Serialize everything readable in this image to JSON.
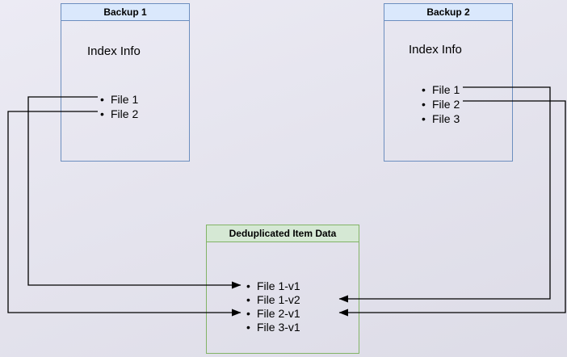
{
  "backup1": {
    "title": "Backup 1",
    "index_label": "Index Info",
    "files": [
      "File 1",
      "File 2"
    ]
  },
  "backup2": {
    "title": "Backup 2",
    "index_label": "Index Info",
    "files": [
      "File 1",
      "File 2",
      "File 3"
    ]
  },
  "dedup": {
    "title": "Deduplicated Item Data",
    "items": [
      "File 1-v1",
      "File 1-v2",
      "File 2-v1",
      "File 3-v1"
    ]
  },
  "connections": [
    {
      "from": "Backup 1 / File 1",
      "to": "File 1-v1"
    },
    {
      "from": "Backup 1 / File 2",
      "to": "File 2-v1"
    },
    {
      "from": "Backup 2 / File 1",
      "to": "File 1-v2"
    },
    {
      "from": "Backup 2 / File 2",
      "to": "File 2-v1"
    }
  ],
  "colors": {
    "backup_fill": "#dae8fc",
    "backup_border": "#6c8ebf",
    "dedup_fill": "#d5e8d4",
    "dedup_border": "#82b366",
    "arrow": "#000000",
    "background": "#e5e4ee"
  }
}
